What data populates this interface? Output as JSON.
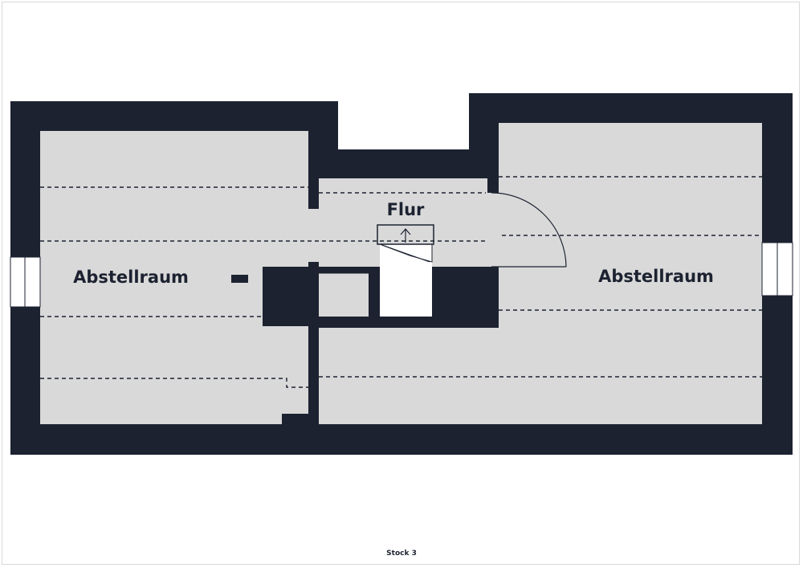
{
  "plan": {
    "rooms": [
      {
        "id": "abstellraum-left",
        "label": "Abstellraum"
      },
      {
        "id": "flur",
        "label": "Flur"
      },
      {
        "id": "abstellraum-right",
        "label": "Abstellraum"
      }
    ],
    "floor_label": "Stock 3"
  },
  "colors": {
    "wall": "#1c2230",
    "floor": "#d9d9d9",
    "background": "#ffffff",
    "window": "#ffffff"
  }
}
